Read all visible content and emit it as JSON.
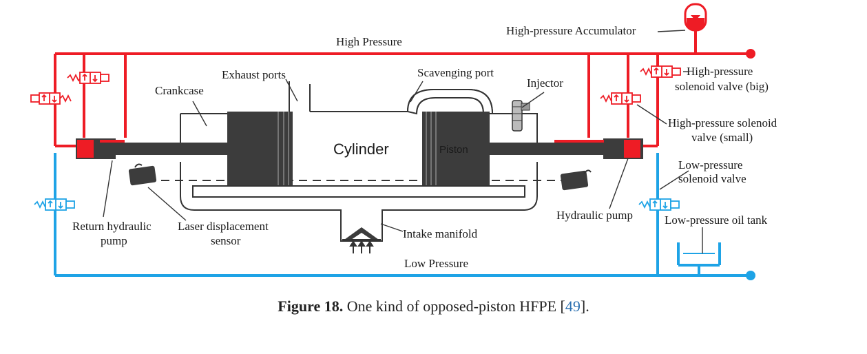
{
  "diagram": {
    "colors": {
      "high": "#ee1c25",
      "low": "#1ea3e6",
      "body": "#3c3c3c",
      "line": "#333333"
    },
    "labels": {
      "high_pressure": "High Pressure",
      "low_pressure": "Low Pressure",
      "accumulator": "High-pressure Accumulator",
      "hp_valve_big_1": "High-pressure",
      "hp_valve_big_2": "solenoid valve (big)",
      "hp_valve_small_1": "High-pressure solenoid",
      "hp_valve_small_2": "valve (small)",
      "lp_valve_1": "Low-pressure",
      "lp_valve_2": "solenoid valve",
      "lp_tank": "Low-pressure oil tank",
      "hydraulic_pump": "Hydraulic pump",
      "return_pump_1": "Return hydraulic",
      "return_pump_2": "pump",
      "laser_1": "Laser displacement",
      "laser_2": "sensor",
      "intake": "Intake manifold",
      "crankcase": "Crankcase",
      "exhaust": "Exhaust ports",
      "scavenging": "Scavenging port",
      "injector": "Injector",
      "cylinder": "Cylinder",
      "piston": "Piston"
    }
  },
  "caption": {
    "figure": "Figure 18.",
    "text": " One kind of opposed-piston HFPE [",
    "ref": "49",
    "end": "]."
  }
}
